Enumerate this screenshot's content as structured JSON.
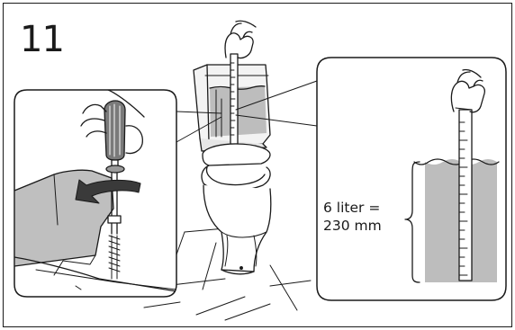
{
  "step": {
    "number": "11"
  },
  "callout": {
    "volume_line": "6 liter =",
    "height_line": "230 mm"
  },
  "colors": {
    "stroke": "#1a1a1a",
    "water": "#bdbdbd",
    "tank_fill": "#e6e6e6",
    "cover_fill": "#bfbfbf"
  },
  "icons": {
    "hand": "hand-icon",
    "screwdriver": "screwdriver-icon",
    "rotate_arrow": "rotate-arrow-icon",
    "ruler": "ruler-icon"
  }
}
